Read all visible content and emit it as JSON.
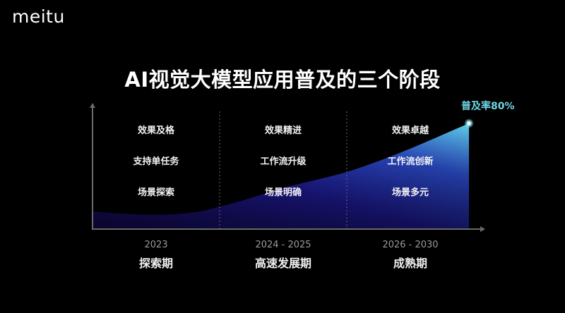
{
  "brand": {
    "logo_text": "meitu"
  },
  "slide": {
    "title": "AI视觉大模型应用普及的三个阶段",
    "end_label": "普及率80%",
    "colors": {
      "background": "#000000",
      "fill_start": "#1a0c6b",
      "fill_mid": "#2b35c9",
      "fill_end": "#5fd0ea",
      "end_label": "#6fd6e6",
      "axis": "#6a6a6a"
    },
    "stages": [
      {
        "years": "2023",
        "phase": "探索期",
        "features": [
          "效果及格",
          "支持单任务",
          "场景探索"
        ]
      },
      {
        "years": "2024 - 2025",
        "phase": "高速发展期",
        "features": [
          "效果精进",
          "工作流升级",
          "场景明确"
        ]
      },
      {
        "years": "2026 - 2030",
        "phase": "成熟期",
        "features": [
          "效果卓越",
          "工作流创新",
          "场景多元"
        ]
      }
    ]
  },
  "chart_data": {
    "type": "area",
    "title": "AI视觉大模型应用普及的三个阶段",
    "xlabel": "",
    "ylabel": "普及率",
    "categories": [
      "2023",
      "2024 - 2025",
      "2026 - 2030"
    ],
    "series": [
      {
        "name": "普及率",
        "x": [
          "2023 start",
          "2023 end",
          "2025 end",
          "2030"
        ],
        "values": [
          14,
          18,
          45,
          80
        ]
      }
    ],
    "annotations": [
      "普及率80%"
    ],
    "phases": [
      "探索期",
      "高速发展期",
      "成熟期"
    ],
    "grid": false,
    "ylim": [
      0,
      100
    ]
  }
}
